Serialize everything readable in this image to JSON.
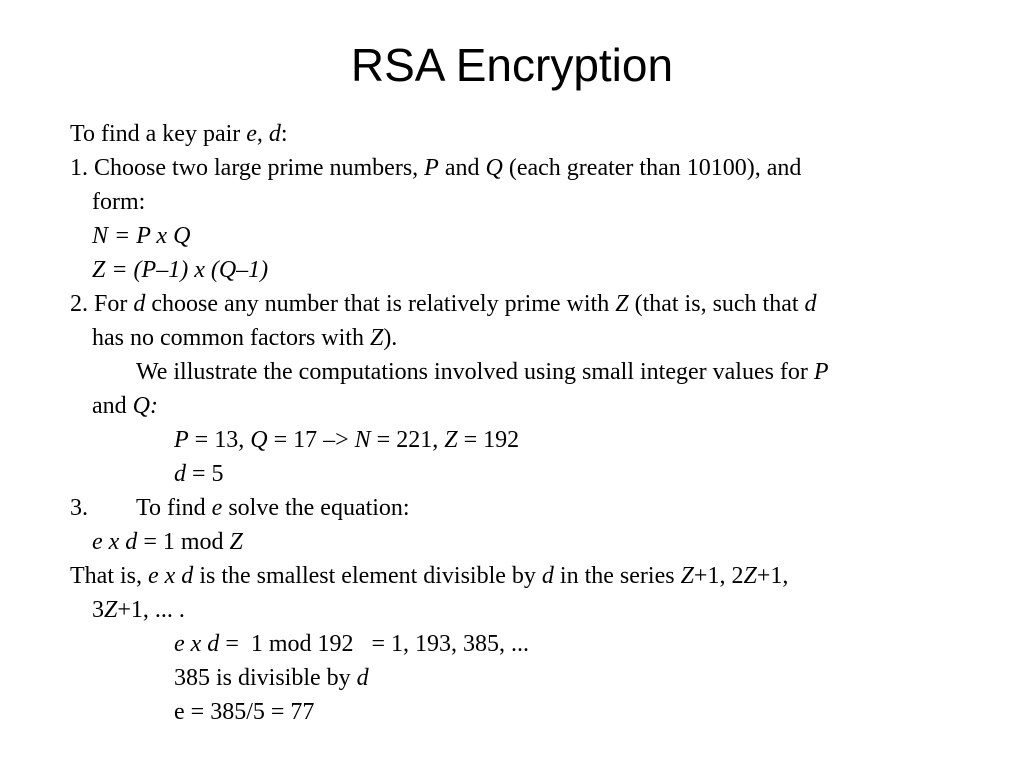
{
  "title": "RSA Encryption",
  "lines": {
    "l1": [
      "To find a key pair ",
      "e",
      ", ",
      "d",
      ":"
    ],
    "l2": [
      "1. Choose two large prime numbers, ",
      "P",
      " and ",
      "Q",
      " (each greater than 10100), and"
    ],
    "l3": [
      "form:"
    ],
    "l4": [
      "N = P x Q"
    ],
    "l5": [
      "Z = (P–1) x (Q–1)"
    ],
    "l6": [
      "2. For ",
      "d",
      " choose any number that is relatively prime with ",
      "Z",
      " (that is, such that ",
      "d"
    ],
    "l7": [
      "has no common factors with ",
      "Z",
      ")."
    ],
    "l8": [
      "We illustrate the computations involved using small integer values for ",
      "P"
    ],
    "l9": [
      "and ",
      "Q:"
    ],
    "l10": [
      "P",
      " = 13, ",
      "Q",
      " = 17 –> ",
      "N",
      " = 221, ",
      "Z",
      " = 192"
    ],
    "l11": [
      "d",
      " = 5"
    ],
    "l12": [
      "3.",
      "To find ",
      "e",
      " solve the equation:"
    ],
    "l13": [
      "e x d",
      " = 1 mod ",
      "Z"
    ],
    "l14": [
      "That is, ",
      "e x d",
      " is the smallest element divisible by ",
      "d",
      " in the series ",
      "Z",
      "+1, 2",
      "Z",
      "+1,"
    ],
    "l15": [
      "3",
      "Z",
      "+1, ... ."
    ],
    "l16": [
      "e x d",
      " =  1 mod 192   = 1, 193, 385, ..."
    ],
    "l17": [
      "385 is divisible by ",
      "d"
    ],
    "l18": [
      "e = 385/5 = 77"
    ]
  }
}
